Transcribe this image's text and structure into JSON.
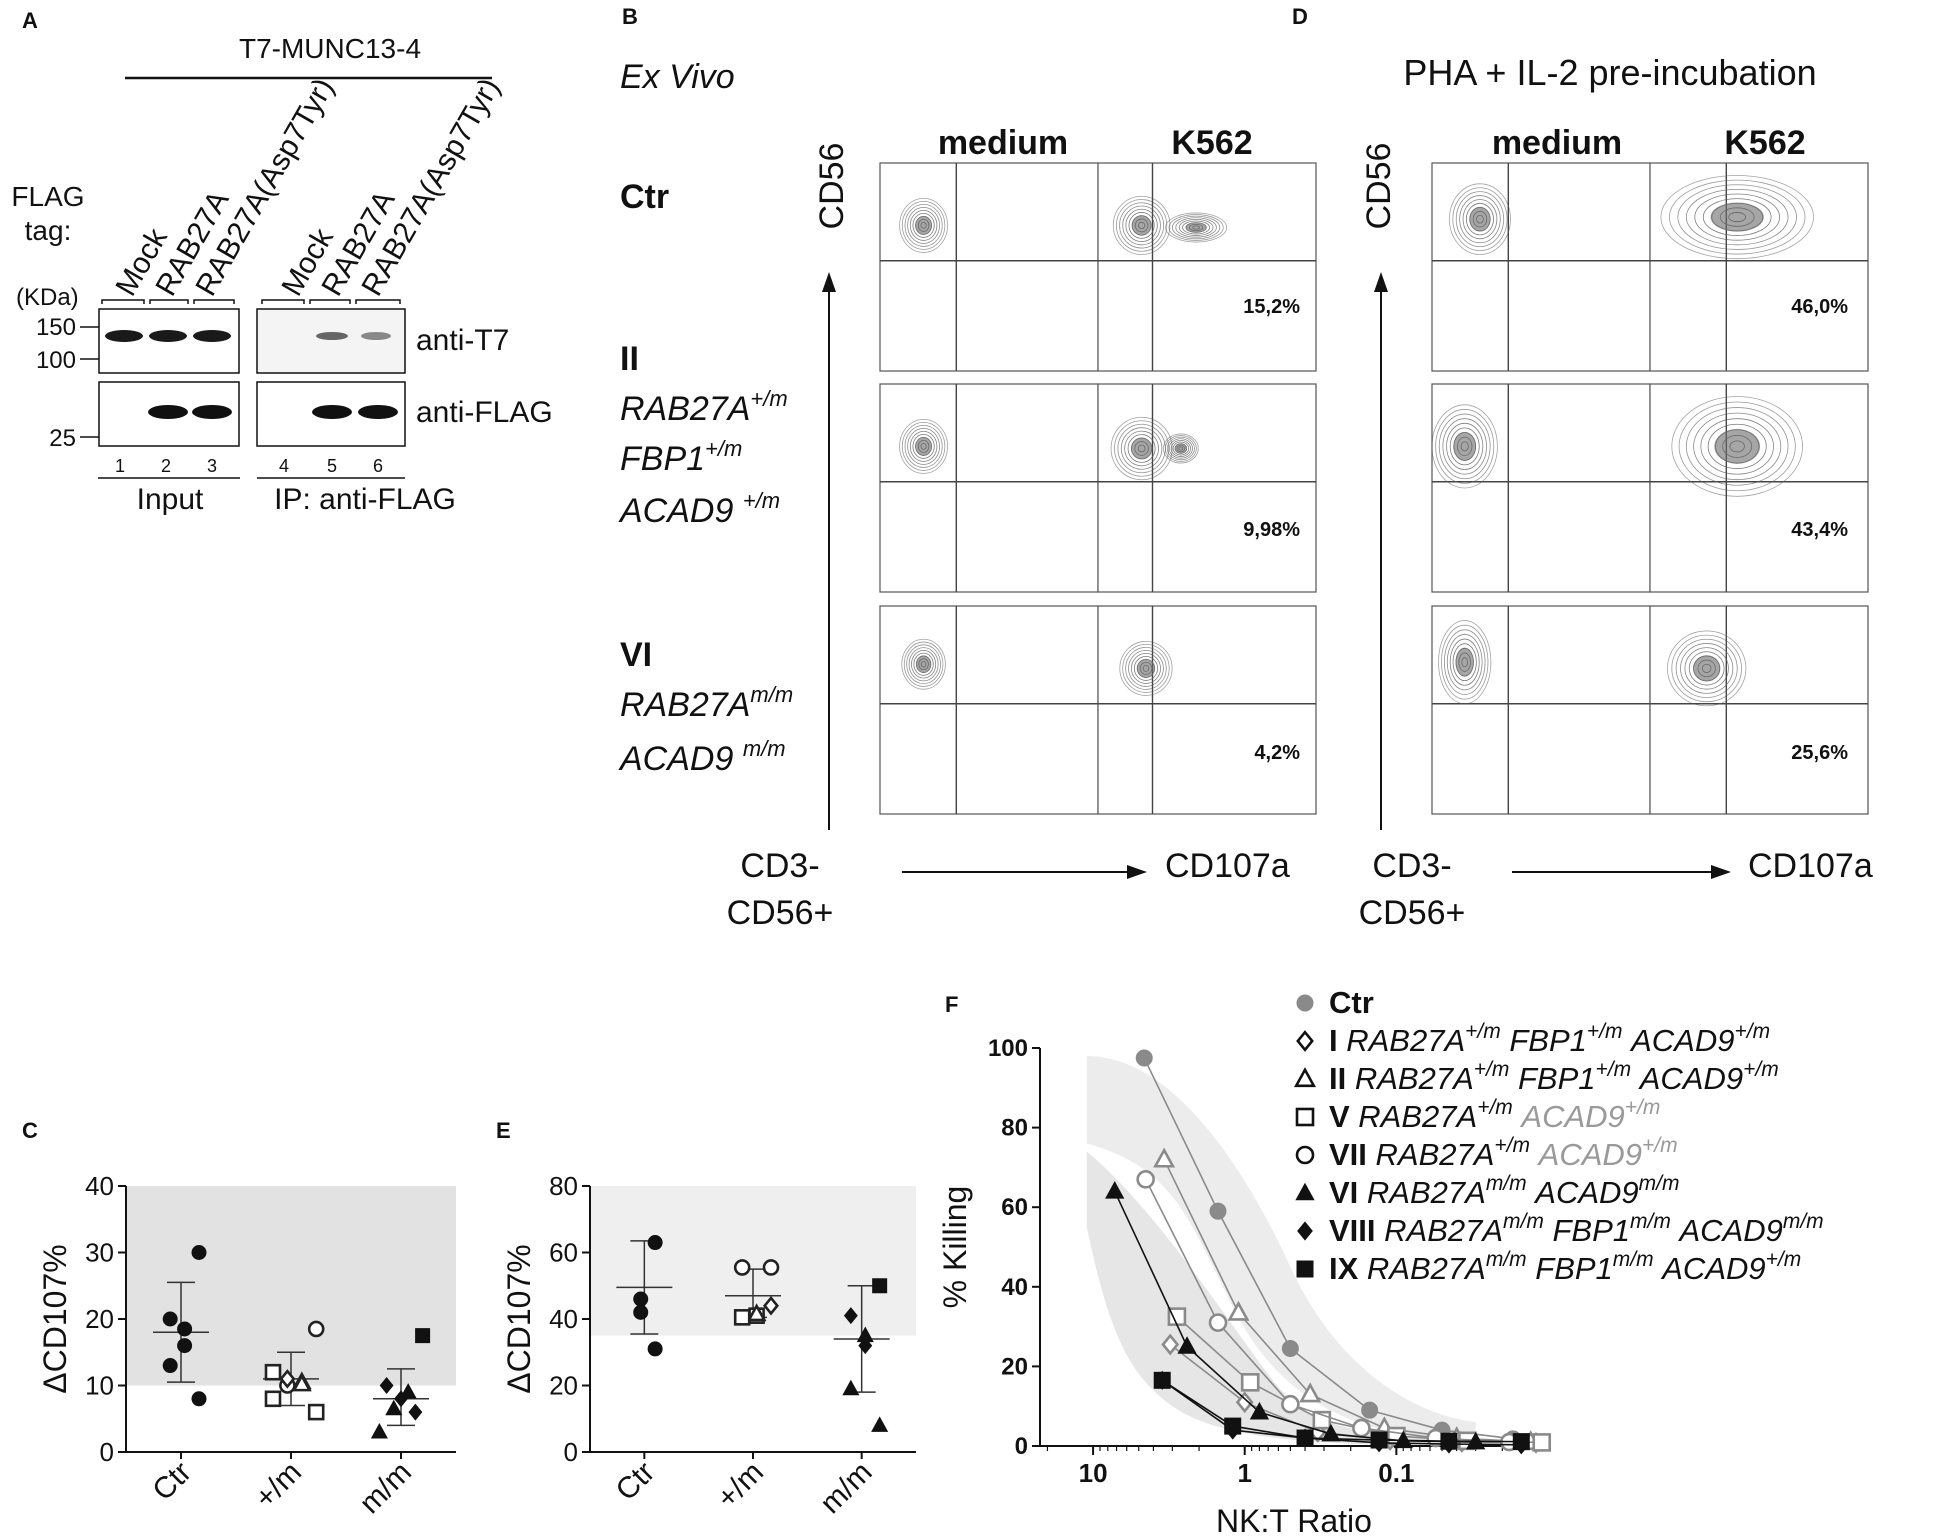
{
  "panel_letters": {
    "A": "A",
    "B": "B",
    "C": "C",
    "D": "D",
    "E": "E",
    "F": "F"
  },
  "panelA": {
    "construct": "T7-MUNC13-4",
    "flag_tag": [
      "FLAG",
      "tag:"
    ],
    "kda": "(KDa)",
    "lanes": [
      "Mock",
      "RAB27A",
      "RAB27A(Asp7Tyr)",
      "Mock",
      "RAB27A",
      "RAB27A(Asp7Tyr)"
    ],
    "lane_numbers": [
      "1",
      "2",
      "3",
      "4",
      "5",
      "6"
    ],
    "markers": [
      "150",
      "100",
      "25"
    ],
    "blots": [
      "anti-T7",
      "anti-FLAG"
    ],
    "groups": [
      "Input",
      "IP: anti-FLAG"
    ]
  },
  "panelB": {
    "title": "Ex Vivo",
    "columns": [
      "medium",
      "K562"
    ],
    "y_axis": "CD56",
    "x_axis_left": [
      "CD3-",
      "CD56+"
    ],
    "x_axis_right": "CD107a",
    "row_labels": [
      {
        "id": "Ctr",
        "genes": []
      },
      {
        "id": "II",
        "genes": [
          {
            "name": "RAB27A",
            "sup": "+/m"
          },
          {
            "name": "FBP1",
            "sup": "+/m"
          },
          {
            "name": "ACAD9 ",
            "sup": "+/m"
          }
        ]
      },
      {
        "id": "VI",
        "genes": [
          {
            "name": "RAB27A",
            "sup": "m/m"
          },
          {
            "name": "ACAD9 ",
            "sup": "m/m"
          }
        ]
      }
    ],
    "percentages": [
      "15,2%",
      "9,98%",
      "4,2%"
    ]
  },
  "panelD": {
    "title": "PHA + IL-2 pre-incubation",
    "columns": [
      "medium",
      "K562"
    ],
    "y_axis": "CD56",
    "x_axis_left": [
      "CD3-",
      "CD56+"
    ],
    "x_axis_right": "CD107a",
    "percentages": [
      "46,0%",
      "43,4%",
      "25,6%"
    ]
  },
  "chart_data": [
    {
      "panel": "C",
      "type": "scatter",
      "ylabel": "ΔCD107%",
      "categories": [
        "Ctr",
        "+/m",
        "m/m"
      ],
      "yticks": [
        "0",
        "10",
        "20",
        "30",
        "40"
      ],
      "ylim": [
        0,
        40
      ],
      "shaded_range": [
        10,
        40
      ],
      "groups": [
        {
          "category": "Ctr",
          "mean": 18,
          "sd_low": 10.5,
          "sd_high": 25.5,
          "points": [
            {
              "m": "circle",
              "y": 30
            },
            {
              "m": "circle",
              "y": 20
            },
            {
              "m": "circle",
              "y": 18.5
            },
            {
              "m": "circle",
              "y": 16
            },
            {
              "m": "circle",
              "y": 13
            },
            {
              "m": "circle",
              "y": 8
            }
          ]
        },
        {
          "category": "+/m",
          "mean": 11,
          "sd_low": 7,
          "sd_high": 15,
          "points": [
            {
              "m": "circle-open",
              "y": 18.5
            },
            {
              "m": "square-open",
              "y": 12
            },
            {
              "m": "triangle-open",
              "y": 10.5
            },
            {
              "m": "circle-open",
              "y": 10
            },
            {
              "m": "diamond-open",
              "y": 11
            },
            {
              "m": "triangle-open",
              "y": 10.2
            },
            {
              "m": "square-open",
              "y": 8
            },
            {
              "m": "square-open",
              "y": 6
            }
          ]
        },
        {
          "category": "m/m",
          "mean": 8,
          "sd_low": 4,
          "sd_high": 12.5,
          "points": [
            {
              "m": "square",
              "y": 17.5
            },
            {
              "m": "diamond",
              "y": 10
            },
            {
              "m": "triangle",
              "y": 9
            },
            {
              "m": "diamond",
              "y": 8
            },
            {
              "m": "triangle",
              "y": 6.5
            },
            {
              "m": "diamond",
              "y": 6
            },
            {
              "m": "triangle",
              "y": 3
            }
          ]
        }
      ]
    },
    {
      "panel": "E",
      "type": "scatter",
      "ylabel": "ΔCD107%",
      "categories": [
        "Ctr",
        "+/m",
        "m/m"
      ],
      "yticks": [
        "0",
        "20",
        "40",
        "60",
        "80"
      ],
      "ylim": [
        0,
        80
      ],
      "shaded_range": [
        35,
        80
      ],
      "groups": [
        {
          "category": "Ctr",
          "mean": 49.5,
          "sd_low": 35.5,
          "sd_high": 63.5,
          "points": [
            {
              "m": "circle",
              "y": 63
            },
            {
              "m": "circle",
              "y": 46
            },
            {
              "m": "circle",
              "y": 42
            },
            {
              "m": "circle",
              "y": 31
            }
          ]
        },
        {
          "category": "+/m",
          "mean": 47,
          "sd_low": 40.5,
          "sd_high": 55,
          "points": [
            {
              "m": "circle-open",
              "y": 55.5
            },
            {
              "m": "circle-open",
              "y": 55.5
            },
            {
              "m": "square-open",
              "y": 41
            },
            {
              "m": "triangle-open",
              "y": 41.5
            },
            {
              "m": "square-open",
              "y": 40.5
            },
            {
              "m": "diamond-open",
              "y": 44
            }
          ]
        },
        {
          "category": "m/m",
          "mean": 34,
          "sd_low": 18,
          "sd_high": 50,
          "points": [
            {
              "m": "square",
              "y": 50
            },
            {
              "m": "diamond",
              "y": 41
            },
            {
              "m": "triangle",
              "y": 35
            },
            {
              "m": "diamond",
              "y": 32
            },
            {
              "m": "triangle",
              "y": 19
            },
            {
              "m": "triangle",
              "y": 8
            }
          ]
        }
      ]
    },
    {
      "panel": "F",
      "type": "line",
      "xlabel": "NK:T Ratio",
      "ylabel": "% Killing",
      "x_scale": "log-reversed",
      "xticks": [
        "10",
        "1",
        "0.1"
      ],
      "yticks": [
        "0",
        "20",
        "40",
        "60",
        "80",
        "100"
      ],
      "ylim": [
        0,
        100
      ],
      "series": [
        {
          "name": "Ctr",
          "marker": "circle",
          "color": "#8a8a8a",
          "points": [
            [
              4.6,
              97.5
            ],
            [
              1.5,
              59
            ],
            [
              0.5,
              24.5
            ],
            [
              0.15,
              9
            ],
            [
              0.05,
              4
            ],
            [
              0.017,
              1.8
            ]
          ]
        },
        {
          "name": "I",
          "marker": "diamond-open",
          "color": "#8a8a8a",
          "points": [
            [
              3.1,
              25.5
            ],
            [
              1.0,
              11
            ],
            [
              0.33,
              3.5
            ],
            [
              0.11,
              1.5
            ],
            [
              0.037,
              1
            ],
            [
              0.012,
              0.8
            ]
          ]
        },
        {
          "name": "II",
          "marker": "triangle-open",
          "color": "#8a8a8a",
          "points": [
            [
              3.4,
              72
            ],
            [
              1.1,
              33.5
            ],
            [
              0.37,
              13
            ],
            [
              0.12,
              4.5
            ],
            [
              0.04,
              2
            ],
            [
              0.013,
              1
            ]
          ]
        },
        {
          "name": "V",
          "marker": "square-open",
          "color": "#8a8a8a",
          "points": [
            [
              2.8,
              32.5
            ],
            [
              0.92,
              16
            ],
            [
              0.31,
              6.5
            ],
            [
              0.1,
              2.5
            ],
            [
              0.034,
              1.3
            ],
            [
              0.011,
              0.9
            ]
          ]
        },
        {
          "name": "VII",
          "marker": "circle-open",
          "color": "#8a8a8a",
          "points": [
            [
              4.5,
              67
            ],
            [
              1.5,
              31
            ],
            [
              0.5,
              10.5
            ],
            [
              0.17,
              4.5
            ],
            [
              0.055,
              2
            ],
            [
              0.018,
              1
            ]
          ]
        },
        {
          "name": "VI",
          "marker": "triangle",
          "color": "#111111",
          "points": [
            [
              7.2,
              64
            ],
            [
              2.4,
              25
            ],
            [
              0.8,
              8.5
            ],
            [
              0.27,
              3
            ],
            [
              0.09,
              1.3
            ],
            [
              0.03,
              1
            ]
          ]
        },
        {
          "name": "VIII",
          "marker": "diamond",
          "color": "#111111",
          "points": [
            [
              3.5,
              16.5
            ],
            [
              1.2,
              4
            ],
            [
              0.4,
              2
            ],
            [
              0.13,
              0.8
            ],
            [
              0.045,
              0.5
            ],
            [
              0.015,
              0.3
            ]
          ]
        },
        {
          "name": "IX",
          "marker": "square",
          "color": "#111111",
          "points": [
            [
              3.5,
              16.5
            ],
            [
              1.2,
              5
            ],
            [
              0.4,
              2
            ],
            [
              0.13,
              1.5
            ],
            [
              0.045,
              1.2
            ],
            [
              0.015,
              1.1
            ]
          ]
        }
      ],
      "legend": [
        {
          "marker": "circle",
          "id": "Ctr",
          "genes": []
        },
        {
          "marker": "diamond-open",
          "id": "I",
          "genes": [
            {
              "name": "RAB27A",
              "sup": "+/m"
            },
            {
              "name": "FBP1",
              "sup": "+/m"
            },
            {
              "name": "ACAD9",
              "sup": "+/m"
            }
          ]
        },
        {
          "marker": "triangle-open",
          "id": "II",
          "genes": [
            {
              "name": "RAB27A",
              "sup": "+/m"
            },
            {
              "name": "FBP1",
              "sup": "+/m"
            },
            {
              "name": "ACAD9",
              "sup": "+/m"
            }
          ]
        },
        {
          "marker": "square-open",
          "id": "V",
          "genes": [
            {
              "name": "RAB27A",
              "sup": "+/m"
            },
            {
              "name": "ACAD9",
              "sup": "+/m",
              "gray": true
            }
          ]
        },
        {
          "marker": "circle-open",
          "id": "VII",
          "genes": [
            {
              "name": "RAB27A",
              "sup": "+/m"
            },
            {
              "name": "ACAD9",
              "sup": "+/m",
              "gray": true
            }
          ]
        },
        {
          "marker": "triangle",
          "id": "VI",
          "genes": [
            {
              "name": "RAB27A",
              "sup": "m/m"
            },
            {
              "name": "ACAD9",
              "sup": "m/m"
            }
          ]
        },
        {
          "marker": "diamond",
          "id": "VIII",
          "genes": [
            {
              "name": "RAB27A",
              "sup": "m/m"
            },
            {
              "name": "FBP1",
              "sup": "m/m"
            },
            {
              "name": "ACAD9",
              "sup": "m/m"
            }
          ]
        },
        {
          "marker": "square",
          "id": "IX",
          "genes": [
            {
              "name": "RAB27A",
              "sup": "m/m"
            },
            {
              "name": "FBP1",
              "sup": "m/m"
            },
            {
              "name": "ACAD9",
              "sup": "+/m"
            }
          ]
        }
      ]
    }
  ]
}
